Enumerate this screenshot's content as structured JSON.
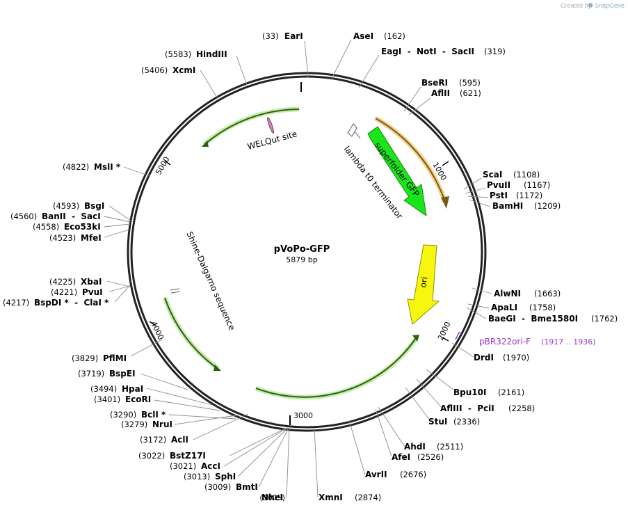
{
  "credit": {
    "prefix": "Created by",
    "brand": "SnapGene"
  },
  "plasmid": {
    "name": "pVoPo-GFP",
    "length": "5879 bp"
  },
  "ticks": [
    "1000",
    "2000",
    "3000",
    "4000",
    "5000"
  ],
  "features": {
    "superfolder": "superfolder GFP",
    "lambda": "lambda t0 terminator",
    "ori": "ori",
    "welqut": "WELQut site",
    "shine": "Shine-Dalgarno sequence"
  },
  "primer": {
    "name": "pBR322ori-F",
    "range": "(1917 .. 1936)"
  },
  "sites": [
    {
      "pos": "(33)",
      "name": "EarI"
    },
    {
      "name": "AseI",
      "pos": "(162)"
    },
    {
      "name": "EagI  -  NotI  -  SacII",
      "pos": "(319)"
    },
    {
      "name": "BseRI",
      "pos": "(595)"
    },
    {
      "name": "AflII",
      "pos": "(621)"
    },
    {
      "name": "ScaI",
      "pos": "(1108)"
    },
    {
      "name": "PvuII",
      "pos": "(1167)"
    },
    {
      "name": "PstI",
      "pos": "(1172)"
    },
    {
      "name": "BamHI",
      "pos": "(1209)"
    },
    {
      "name": "AlwNI",
      "pos": "(1663)"
    },
    {
      "name": "ApaLI",
      "pos": "(1758)"
    },
    {
      "name": "BaeGI  -  Bme1580I",
      "pos": "(1762)"
    },
    {
      "name": "DrdI",
      "pos": "(1970)"
    },
    {
      "name": "Bpu10I",
      "pos": "(2161)"
    },
    {
      "name": "AflIII  -  PciI",
      "pos": "(2258)"
    },
    {
      "name": "StuI",
      "pos": "(2336)"
    },
    {
      "name": "AhdI",
      "pos": "(2511)"
    },
    {
      "name": "AfeI",
      "pos": "(2526)"
    },
    {
      "name": "AvrII",
      "pos": "(2676)"
    },
    {
      "name": "XmnI",
      "pos": "(2874)"
    },
    {
      "pos": "(3005)",
      "name": "NheI"
    },
    {
      "pos": "(3009)",
      "name": "BmtI"
    },
    {
      "pos": "(3013)",
      "name": "SphI"
    },
    {
      "pos": "(3021)",
      "name": "AccI"
    },
    {
      "pos": "(3022)",
      "name": "BstZ17I"
    },
    {
      "pos": "(3172)",
      "name": "AclI"
    },
    {
      "pos": "(3279)",
      "name": "NruI"
    },
    {
      "pos": "(3290)",
      "name": "BclI *"
    },
    {
      "pos": "(3401)",
      "name": "EcoRI"
    },
    {
      "pos": "(3494)",
      "name": "HpaI"
    },
    {
      "pos": "(3719)",
      "name": "BspEI"
    },
    {
      "pos": "(3829)",
      "name": "PflMI"
    },
    {
      "pos": "(4217)",
      "name": "BspDI *  -  ClaI *"
    },
    {
      "pos": "(4221)",
      "name": "PvuI"
    },
    {
      "pos": "(4225)",
      "name": "XbaI"
    },
    {
      "pos": "(4523)",
      "name": "MfeI"
    },
    {
      "pos": "(4558)",
      "name": "Eco53kI"
    },
    {
      "pos": "(4560)",
      "name": "BanII  -  SacI"
    },
    {
      "pos": "(4593)",
      "name": "BsgI"
    },
    {
      "pos": "(4822)",
      "name": "MslI *"
    },
    {
      "pos": "(5406)",
      "name": "XcmI"
    },
    {
      "pos": "(5583)",
      "name": "HindIII"
    }
  ]
}
